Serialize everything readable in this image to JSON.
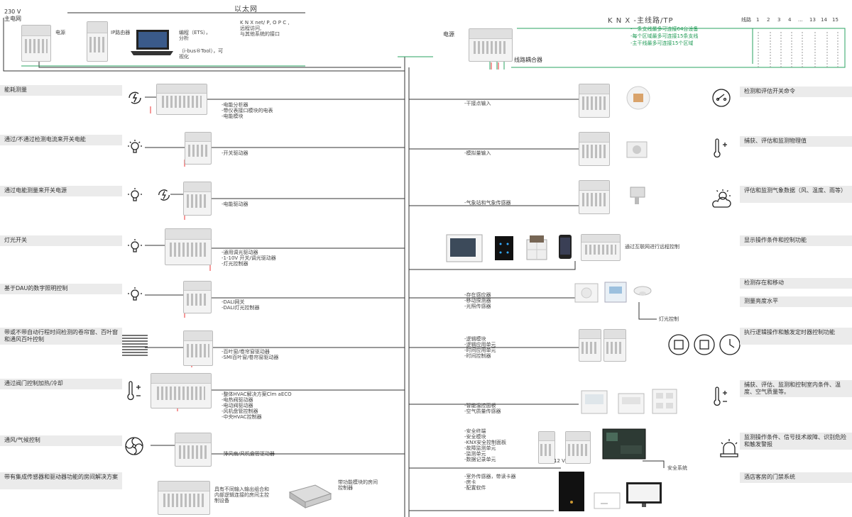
{
  "top": {
    "ethernet_label": "以太网",
    "mains_label": "230 V\n主电网",
    "power_label": "电源",
    "ip_router_label": "IP路由器",
    "programming_label": "编程（ETS），\n分析",
    "ibus_label": "（i-bus®Tool），可\n视化",
    "knxnet_label": "K N X net/ P, O P C ,\n远程访问,\n与其他系统的接口",
    "main_power_label": "电源",
    "line_coupler_label": "线路耦合器"
  },
  "knx": {
    "title": "K N X -主线路/TP",
    "notes": [
      "-一条支线最多可连接64台设备",
      "-每个区域最多可连接15条支线",
      "-主干线最多可连接15个区域"
    ],
    "line_prefix": "线路",
    "line_numbers": [
      "1",
      "2",
      "3",
      "4",
      "...",
      "13",
      "14",
      "15"
    ],
    "color": "#1f9b55"
  },
  "left_rows": [
    {
      "label": "能耗测量",
      "desc": "-电能分析器\n-带仪表接口模块的电表\n-电能模块",
      "icon": "energy-cycle-icon"
    },
    {
      "label": "通过/不通过检测电流来开关电能",
      "desc": "-开关驱动器",
      "icon": "light-bulb-icon"
    },
    {
      "label": "通过电能测量来开关电源",
      "desc": "-电能驱动器",
      "icon": "light-bulb-icon"
    },
    {
      "label": "灯光开关",
      "desc": "-通用调光驱动器\n-1-10V 开关/调光驱动器\n-灯光控制器",
      "icon": "light-bulb-icon"
    },
    {
      "label": "基于DAU的数字照明控制",
      "desc": "-DALI网关\n-DALI灯光控制器",
      "icon": "light-bulb-icon"
    },
    {
      "label": "带或不带自动行程时间检测的卷帘窗、百叶窗和通风百叶控制",
      "desc": "-百叶窗/卷帘窗驱动器\n-SMI百叶窗/卷帘窗驱动器",
      "icon": "blind-icon"
    },
    {
      "label": "通过阀门控制加热/冷却",
      "desc": "-整体HVAC解决方案Clm aECO\n-电热阀驱动器\n-电动阀驱动器\n-风机盘管控制器\n-中央HVAC控制器",
      "icon": "thermometer-icon"
    },
    {
      "label": "通风/气候控制",
      "desc": "-排风扇/风机盘管驱动器",
      "icon": "fan-icon"
    },
    {
      "label": "带有集成传感器和驱动器功能的房间解决方案",
      "desc": "具有不同输入输出组合和\n内部逻辑连接的房间主控\n制设备",
      "icon": ""
    }
  ],
  "room_module_label": "带功能模块的房间\n控制器",
  "right_rows": [
    {
      "desc": "-干接点输入",
      "label": "检测和评估开关命令",
      "icon": "switch-icon"
    },
    {
      "desc": "-模拟量输入",
      "label": "捕获、评估和监测物理值",
      "icon": "thermometer-plus-icon"
    },
    {
      "desc": "-气象站和气象传感器",
      "label": "评估和监测气象数据（风、温度、雨等）",
      "icon": "weather-icon"
    },
    {
      "desc": "通过互联网进行远程控制",
      "label": "显示操作条件和控制功能",
      "icon": ""
    },
    {
      "desc": "-存在感应器\n-移动探测器\n-光照传感器",
      "label": "检测存在和移动",
      "icon": ""
    },
    {
      "desc": "-逻辑模块\n-逻辑应用单元\n-时间应用单元\n-时间控制器",
      "label": "执行逻辑操作和触发定时器控制功能",
      "icon": "logic-icon"
    },
    {
      "desc": "-智能温控面板\n-空气质量传感器",
      "label": "捕获、评估、监测和控制室内条件、温度、空气质量等。",
      "icon": "thermometer-plus-icon"
    },
    {
      "desc": "-安全终端\n-安全模块\n-KNX安全控制面板\n-故障监测单元\n-监测单元\n-数据记录单元",
      "label": "监测操作条件、信号技术故障、识别危险和触发警报",
      "icon": "alarm-light-icon"
    },
    {
      "desc": "-室外传感器，带读卡器\n-房卡\n-配置软件",
      "label": "酒店客房的门禁系统",
      "icon": ""
    }
  ],
  "brightness_label": "测量亮度水平",
  "light_control_label": "灯光控制",
  "safety_system_label": "安全系统",
  "voltage_label": "12 V"
}
